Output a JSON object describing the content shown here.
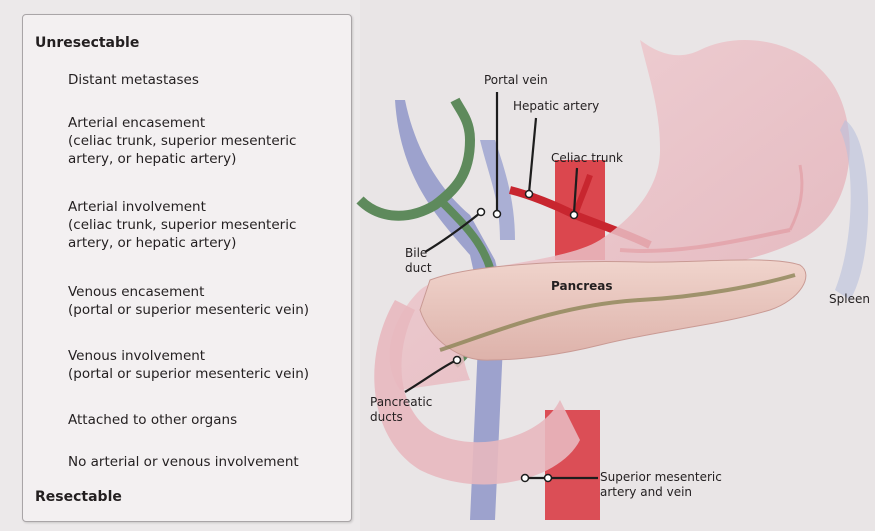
{
  "scale": {
    "top_label": "Unresectable",
    "bottom_label": "Resectable",
    "top_color": "#d01f2e",
    "bottom_color": "#555a60",
    "items": [
      "Distant metastases",
      "Arterial encasement\n(celiac trunk, superior mesenteric\nartery, or hepatic artery)",
      "Arterial involvement\n(celiac trunk, superior mesenteric\nartery, or hepatic artery)",
      "Venous encasement\n(portal or superior mesenteric vein)",
      "Venous involvement\n(portal or superior mesenteric vein)",
      "Attached to other organs",
      "No arterial or venous involvement"
    ]
  },
  "anatomy": {
    "portal_vein": "Portal vein",
    "hepatic_artery": "Hepatic artery",
    "celiac_trunk": "Celiac trunk",
    "bile_duct": "Bile\nduct",
    "pancreas": "Pancreas",
    "spleen": "Spleen",
    "pancreatic_ducts": "Pancreatic\nducts",
    "superior_mesenteric": "Superior mesenteric\nartery and vein"
  },
  "colors": {
    "artery": "#d8343c",
    "vein": "#8a93c4",
    "bile_duct": "#5e8a5c",
    "pancreas": "#e8c7c0",
    "stomach": "#efc7cc"
  }
}
